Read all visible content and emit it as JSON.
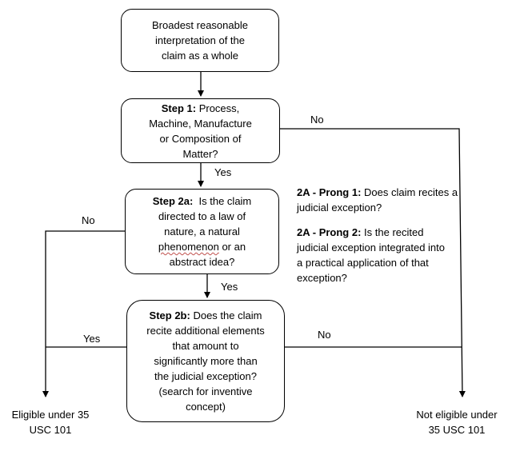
{
  "start_box": {
    "line1": "Broadest reasonable",
    "line2": "interpretation of the",
    "line3": "claim as a whole"
  },
  "step1_box": {
    "bold": "Step 1:",
    "line1_rest": " Process,",
    "line2": "Machine, Manufacture",
    "line3": "or Composition of",
    "line4": "Matter?"
  },
  "step2a_box": {
    "bold": "Step 2a:",
    "line1_rest": "  Is the claim",
    "line2": "directed to a law of",
    "line3": "nature, a natural",
    "line4_word": "phenomenon",
    "line4_rest": " or an",
    "line5": "abstract idea?"
  },
  "step2b_box": {
    "bold": "Step 2b:",
    "line1_rest": " Does the claim",
    "line2": "recite additional elements",
    "line3": "that amount to",
    "line4": "significantly more than",
    "line5": "the judicial exception?",
    "line6": "(search for inventive",
    "line7": "concept)"
  },
  "notes": {
    "prong1_bold": "2A - Prong 1:",
    "prong1_rest": " Does claim recites a",
    "prong1_line2": "judicial exception?",
    "prong2_bold": "2A - Prong 2:",
    "prong2_rest": " Is the recited",
    "prong2_line2": "judicial exception integrated into",
    "prong2_line3": "a practical application of that",
    "prong2_line4": "exception?"
  },
  "edge_labels": {
    "step1_no": "No",
    "step1_yes": "Yes",
    "step2a_no": "No",
    "step2a_yes": "Yes",
    "step2b_yes": "Yes",
    "step2b_no": "No"
  },
  "outcomes": {
    "eligible_line1": "Eligible under 35",
    "eligible_line2": "USC 101",
    "not_eligible_line1": "Not eligible under",
    "not_eligible_line2": "35 USC 101"
  }
}
